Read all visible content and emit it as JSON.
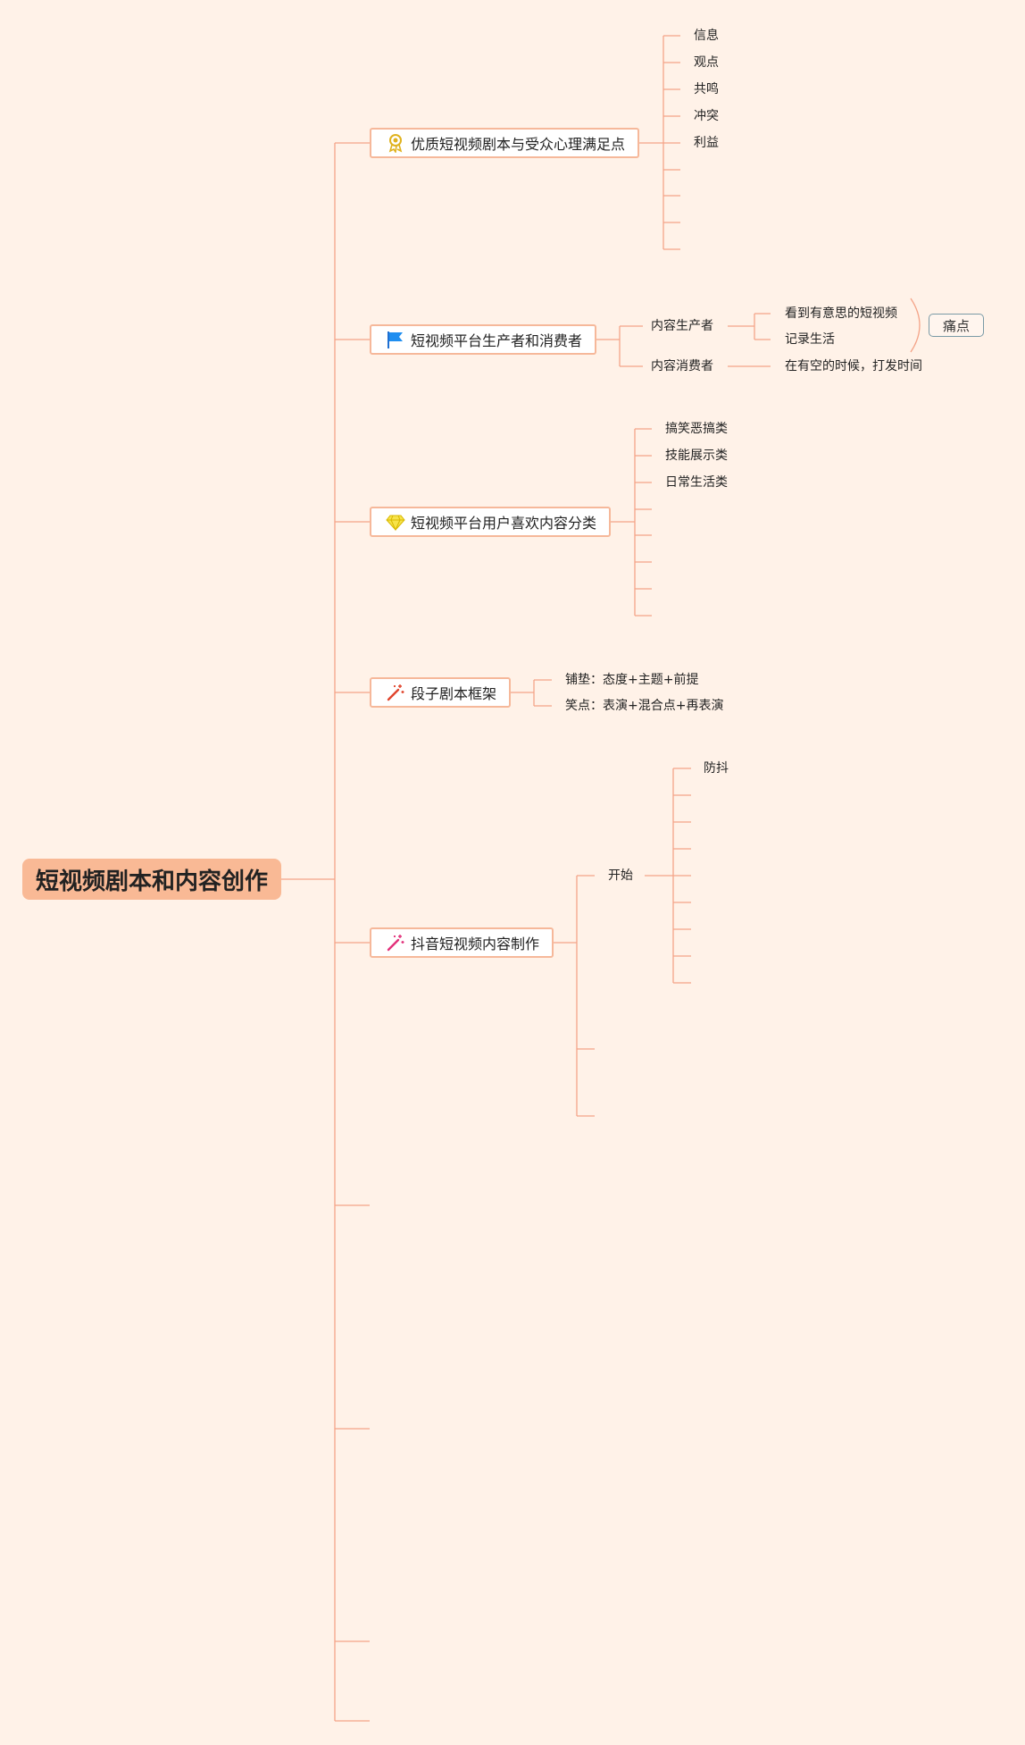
{
  "root": {
    "label": "短视频剧本和内容创作"
  },
  "branches": [
    {
      "label": "优质短视频剧本与受众心理满足点",
      "icon": "award-ribbon-icon",
      "children": [
        "信息",
        "观点",
        "共鸣",
        "冲突",
        "利益"
      ]
    },
    {
      "label": "短视频平台生产者和消费者",
      "icon": "blue-flag-icon",
      "producer": {
        "label": "内容生产者",
        "children": [
          "看到有意思的短视频",
          "记录生活"
        ]
      },
      "consumer": {
        "label": "内容消费者",
        "children": [
          "在有空的时候，打发时间"
        ]
      },
      "summary": "痛点"
    },
    {
      "label": "短视频平台用户喜欢内容分类",
      "icon": "diamond-icon",
      "children": [
        "搞笑恶搞类",
        "技能展示类",
        "日常生活类"
      ]
    },
    {
      "label": "段子剧本框架",
      "icon": "magic-wand-icon",
      "children": [
        "铺垫：态度+主题+前提",
        "笑点：表演+混合点+再表演"
      ]
    },
    {
      "label": "抖音短视频内容制作",
      "icon": "magic-wand-pink-icon",
      "start": {
        "label": "开始",
        "children": [
          "防抖"
        ]
      }
    }
  ],
  "colors": {
    "background": "#fff2e8",
    "line": "#f4a488",
    "root_fill": "#f9b995",
    "node_border": "#f6b89a"
  }
}
